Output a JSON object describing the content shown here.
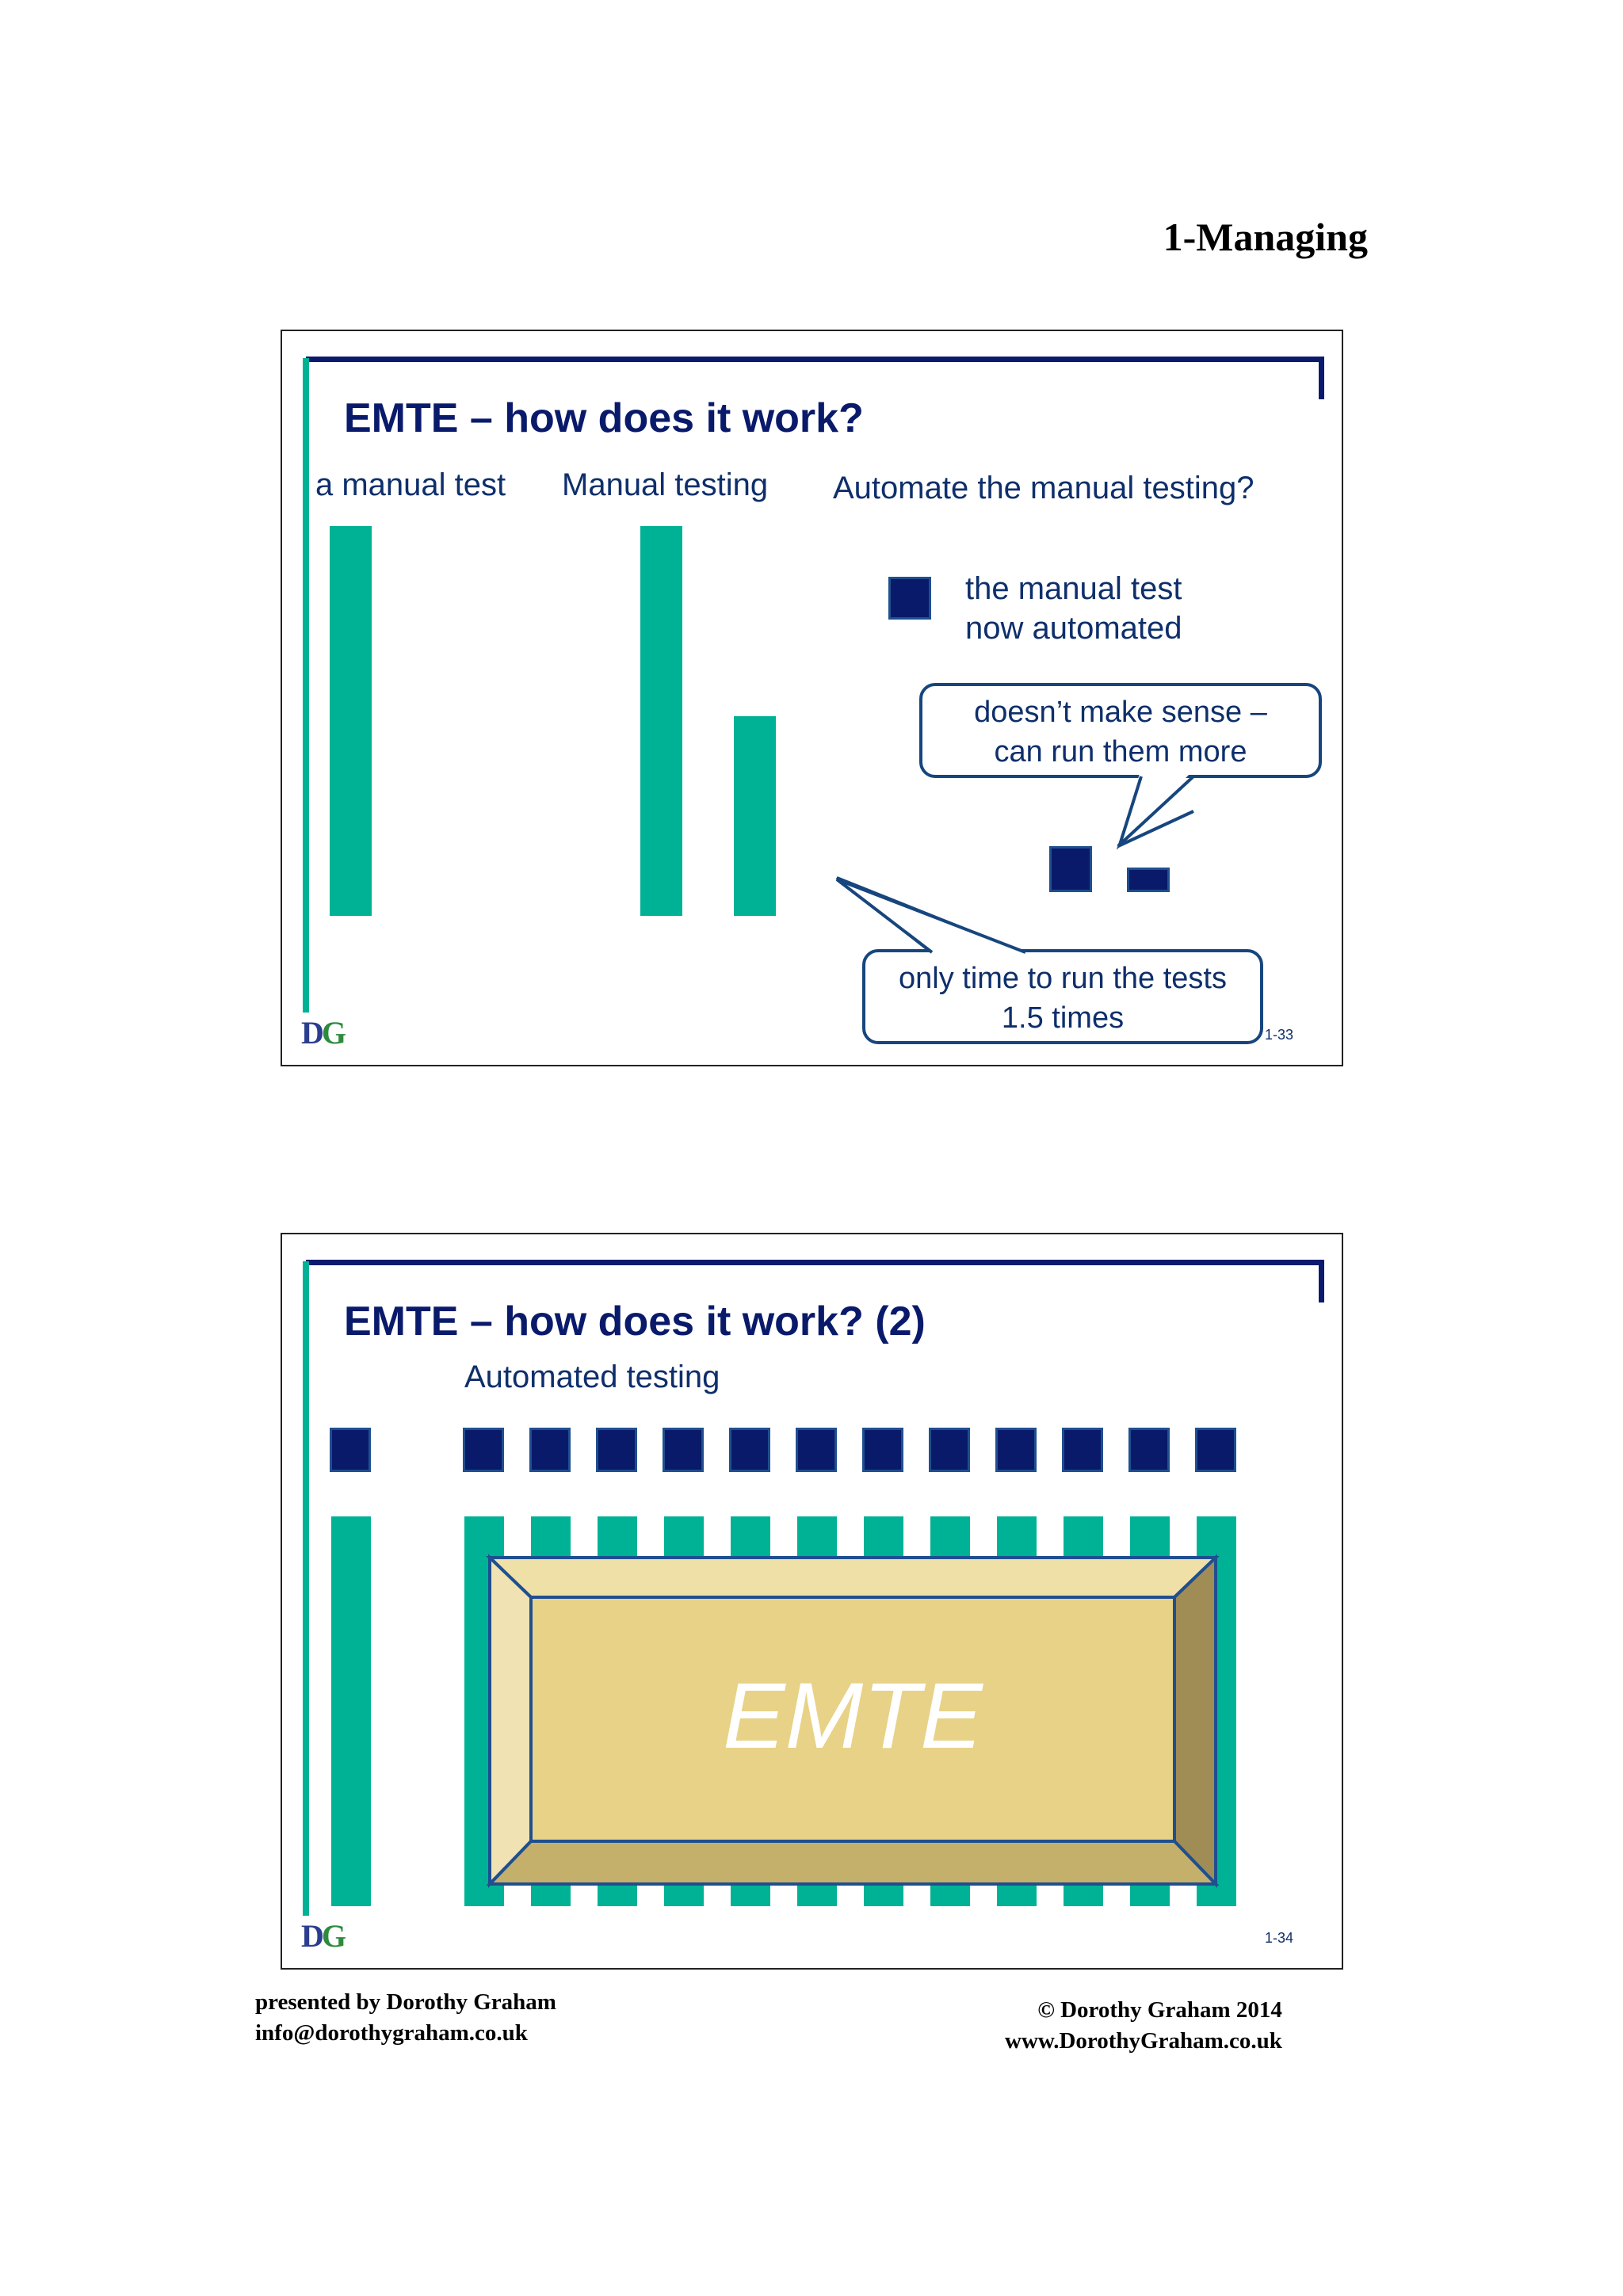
{
  "page": {
    "header": "1-Managing"
  },
  "slide1": {
    "title": "EMTE – how does it work?",
    "col1_label": "a manual test",
    "col2_label": "Manual testing",
    "col3_label": "Automate the manual testing?",
    "automated_line1": "the manual test",
    "automated_line2": "now automated",
    "callout1_line1": "doesn’t make sense –",
    "callout1_line2": "can run them more",
    "callout2_line1": "only time to run the tests",
    "callout2_line2": "1.5 times",
    "logo_d": "D",
    "logo_g": "G",
    "page_number": "1-33"
  },
  "slide2": {
    "title": "EMTE – how does it work? (2)",
    "subtitle": "Automated testing",
    "box_label": "EMTE",
    "logo_d": "D",
    "logo_g": "G",
    "page_number": "1-34"
  },
  "footer": {
    "left_line1": "presented by Dorothy Graham",
    "left_line2": "info@dorothygraham.co.uk",
    "right_line1": "© Dorothy Graham 2014",
    "right_line2": "www.DorothyGraham.co.uk"
  },
  "colors": {
    "navy": "#0a1a6b",
    "teal": "#00b295",
    "gold": "#e8d287"
  }
}
